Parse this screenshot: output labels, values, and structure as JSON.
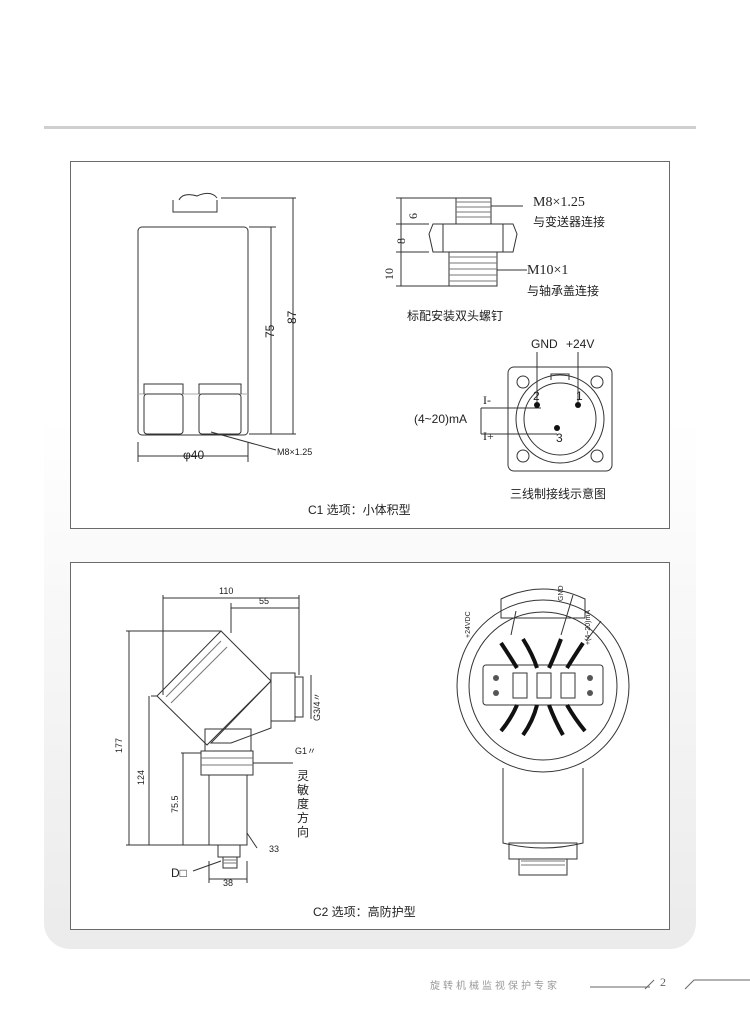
{
  "panel1": {
    "caption": "C1 选项：小体积型",
    "small_sensor": {
      "dim_height_total": "87",
      "dim_height_body": "75",
      "dim_diameter": "φ40",
      "thread": "M8×1.25"
    },
    "stud": {
      "thread_top": "M8×1.25",
      "thread_top_note": "与变送器连接",
      "thread_bottom": "M10×1",
      "thread_bottom_note": "与轴承盖连接",
      "dim_top": "6",
      "dim_mid": "8",
      "dim_bottom": "10",
      "caption": "标配安装双头螺钉"
    },
    "connector": {
      "gnd": "GND",
      "v24": "+24V",
      "pin1": "1",
      "pin2": "2",
      "pin3": "3",
      "i_minus": "I-",
      "i_plus": "I+",
      "current": "(4~20)mA",
      "caption": "三线制接线示意图"
    }
  },
  "panel2": {
    "caption": "C2 选项：高防护型",
    "dims": {
      "w110": "110",
      "w55": "55",
      "g34": "G3/4〃",
      "h177": "177",
      "h124": "124",
      "h755": "75.5",
      "g1": "G1〃",
      "d33": "33",
      "d38": "38",
      "d_box": "D□",
      "sensitivity": [
        "灵",
        "敏",
        "度",
        "方",
        "向"
      ]
    },
    "terminal": {
      "v24dc": "+24VDC",
      "gnd": "GND",
      "current": "+(4~20)mA"
    }
  },
  "footer": {
    "slogan": "旋转机械监视保护专家",
    "page": "2"
  }
}
